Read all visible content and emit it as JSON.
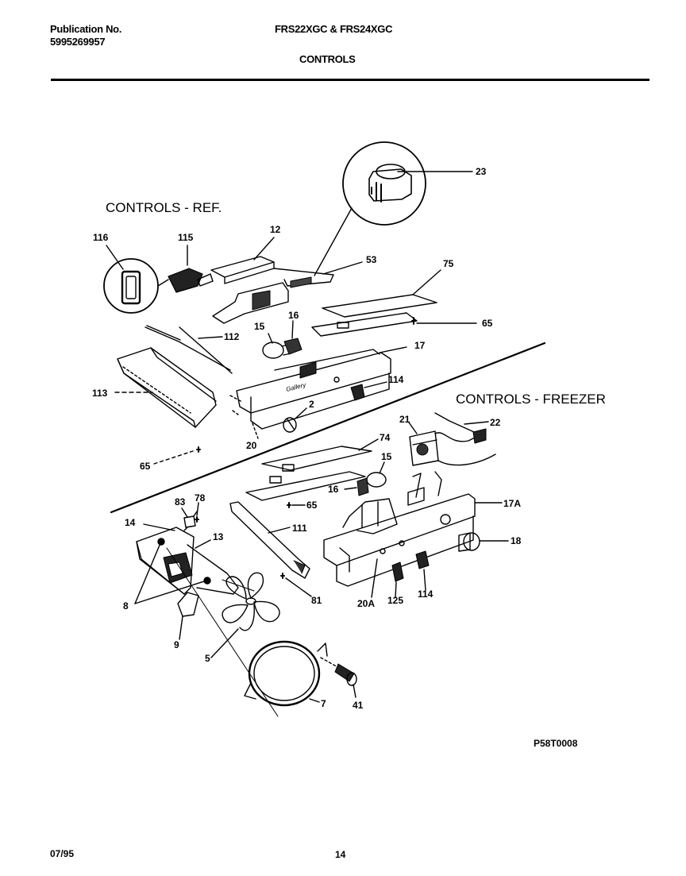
{
  "header": {
    "publication_label": "Publication No.",
    "publication_number": "5995269957",
    "models": "FRS22XGC & FRS24XGC",
    "section": "CONTROLS"
  },
  "sections": {
    "ref": "CONTROLS - REF.",
    "freezer": "CONTROLS - FREEZER"
  },
  "callouts": {
    "c23": "23",
    "c116": "116",
    "c115": "115",
    "c12": "12",
    "c53": "53",
    "c75": "75",
    "c65a": "65",
    "c15a": "15",
    "c16a": "16",
    "c112": "112",
    "c17": "17",
    "c114a": "114",
    "c113": "113",
    "c2": "2",
    "c20": "20",
    "c65b": "65",
    "c21": "21",
    "c22": "22",
    "c74": "74",
    "c15b": "15",
    "c16b": "16",
    "c65c": "65",
    "c83": "83",
    "c78": "78",
    "c17a": "17A",
    "c14": "14",
    "c13": "13",
    "c111": "111",
    "c18": "18",
    "c8": "8",
    "c81": "81",
    "c20a": "20A",
    "c125": "125",
    "c114b": "114",
    "c9": "9",
    "c5": "5",
    "c41": "41",
    "c7": "7"
  },
  "figure_code": "P58T0008",
  "footer": {
    "date": "07/95",
    "page": "14"
  }
}
